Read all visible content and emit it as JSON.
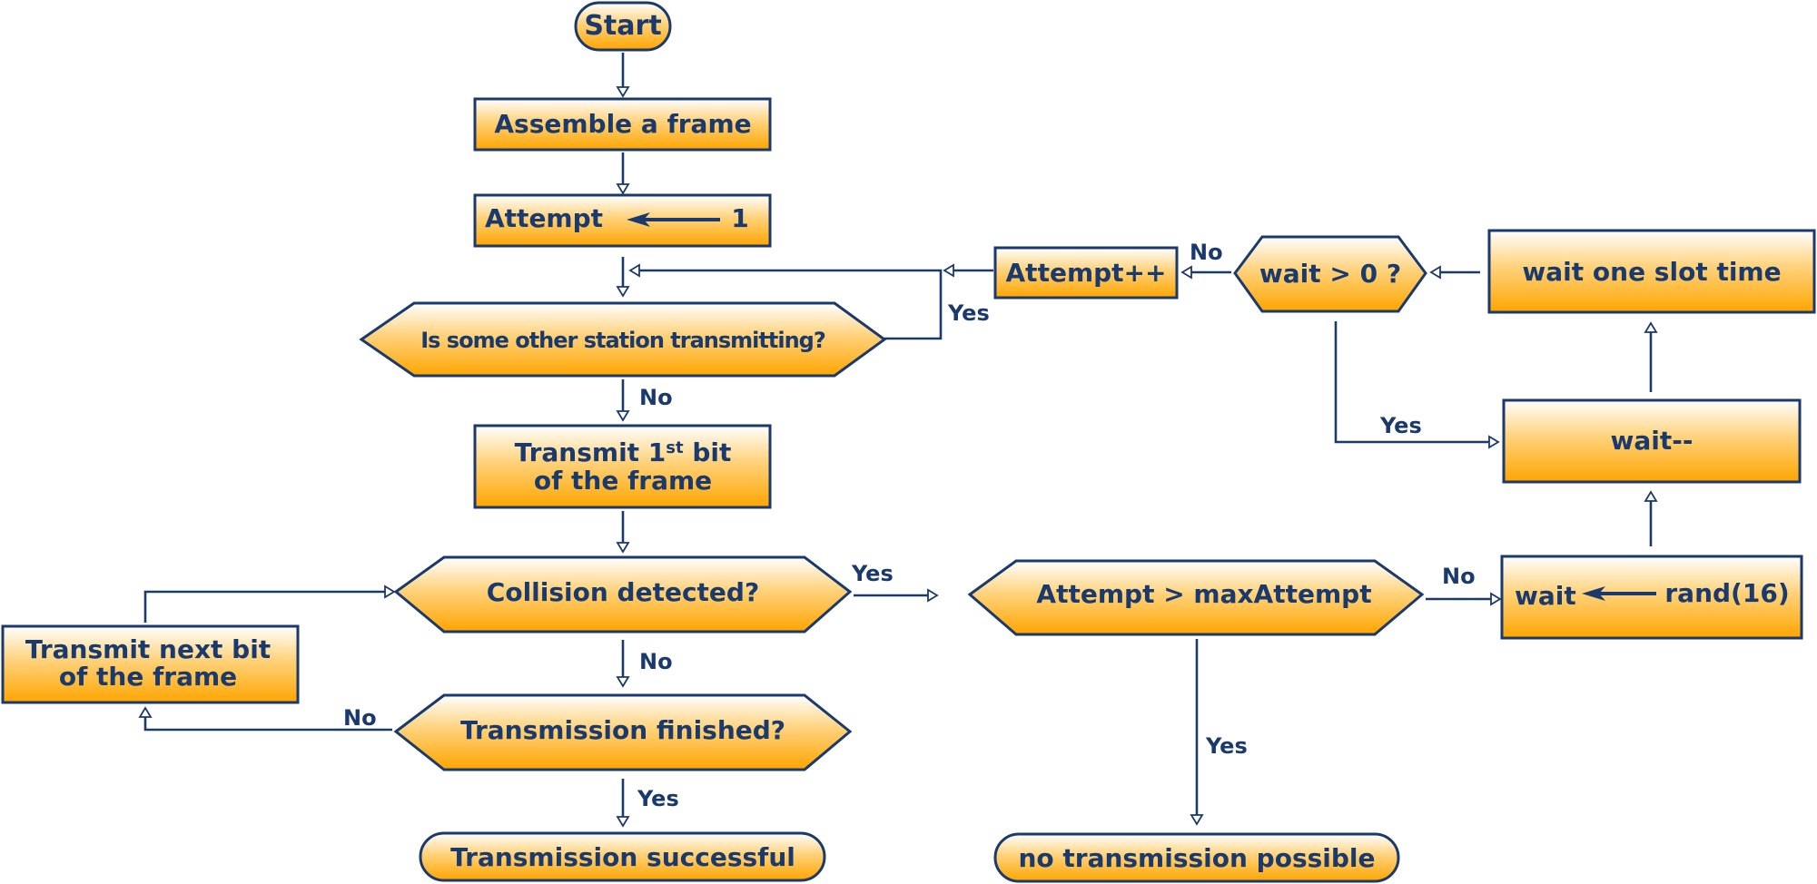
{
  "nodes": {
    "start": "Start",
    "assemble": "Assemble a frame",
    "attempt_init_left": "Attempt",
    "attempt_init_right": "1",
    "station_check": "Is some other station transmitting?",
    "transmit_first_line1": "Transmit 1",
    "transmit_first_sup": "st",
    "transmit_first_bit": " bit",
    "transmit_first_line2": "of the frame",
    "collision": "Collision detected?",
    "finished": "Transmission finished?",
    "success": "Transmission successful",
    "next_bit_line1": "Transmit next bit",
    "next_bit_line2": "of the frame",
    "attempt_inc": "Attempt++",
    "wait_check": "wait > 0 ?",
    "wait_slot": "wait one slot time",
    "wait_dec": "wait--",
    "max_attempt": "Attempt > maxAttempt",
    "wait_rand_left": "wait",
    "wait_rand_right": "rand(16)",
    "no_transmission": "no transmission possible"
  },
  "edges": {
    "station_yes": "Yes",
    "station_no": "No",
    "collision_yes": "Yes",
    "collision_no": "No",
    "finished_no": "No",
    "finished_yes": "Yes",
    "wait_check_no": "No",
    "wait_check_yes": "Yes",
    "max_no": "No",
    "max_yes": "Yes"
  },
  "colors": {
    "stroke": "#1a3a6e",
    "fill_top": "#ffffff",
    "fill_bottom": "#ffa500"
  }
}
